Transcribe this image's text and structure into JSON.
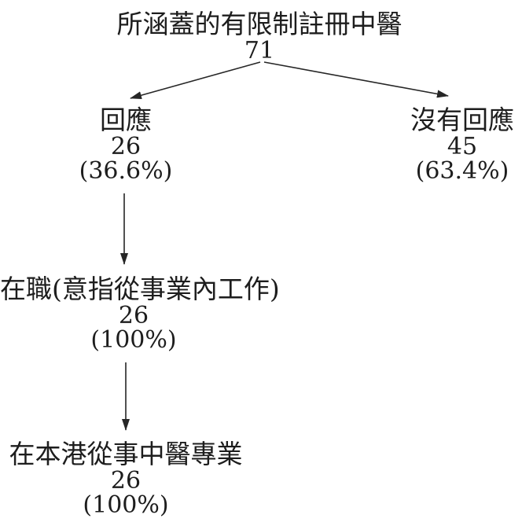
{
  "page": {
    "background": "#ffffff",
    "text_color": "#1d1d1d",
    "line_color": "#262626"
  },
  "diagram": {
    "type": "flowchart",
    "nodes": {
      "total": {
        "label": "所涵蓋的有限制註冊中醫",
        "count": "71"
      },
      "responded": {
        "label": "回應",
        "count": "26",
        "percent": "(36.6%)"
      },
      "no_response": {
        "label": "沒有回應",
        "count": "45",
        "percent": "(63.4%)"
      },
      "employed": {
        "label": "在職(意指從事業內工作)",
        "count": "26",
        "percent": "(100%)"
      },
      "hk_practice": {
        "label": "在本港從事中醫專業",
        "count": "26",
        "percent": "(100%)"
      }
    },
    "edges": [
      {
        "from": "total",
        "to": "responded"
      },
      {
        "from": "total",
        "to": "no_response"
      },
      {
        "from": "responded",
        "to": "employed"
      },
      {
        "from": "employed",
        "to": "hk_practice"
      }
    ]
  }
}
